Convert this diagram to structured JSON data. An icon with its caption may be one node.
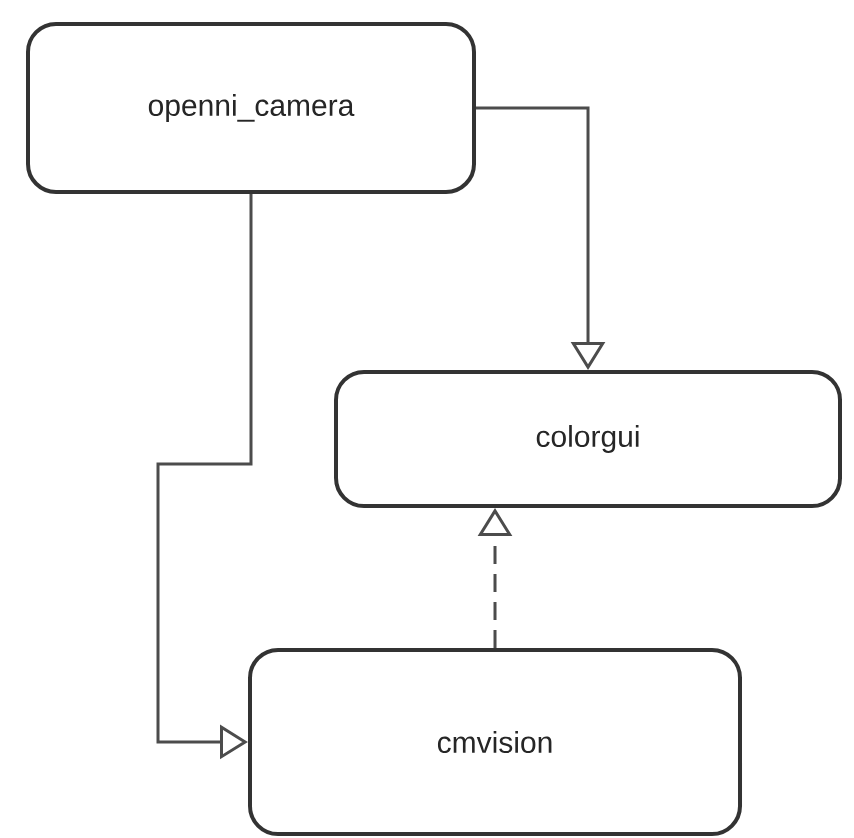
{
  "diagram": {
    "nodes": [
      {
        "text": [
          "openni_camera"
        ]
      },
      {
        "text": [
          "colorgui"
        ]
      },
      {
        "text": [
          "cmvision"
        ]
      }
    ],
    "edges": [
      {
        "from": 0,
        "to": 1,
        "arrow": "to"
      },
      {
        "from": 0,
        "to": 2,
        "arrow": "to"
      },
      {
        "from": 2,
        "to": 1,
        "arrow": "to",
        "style": "dashed"
      }
    ]
  }
}
